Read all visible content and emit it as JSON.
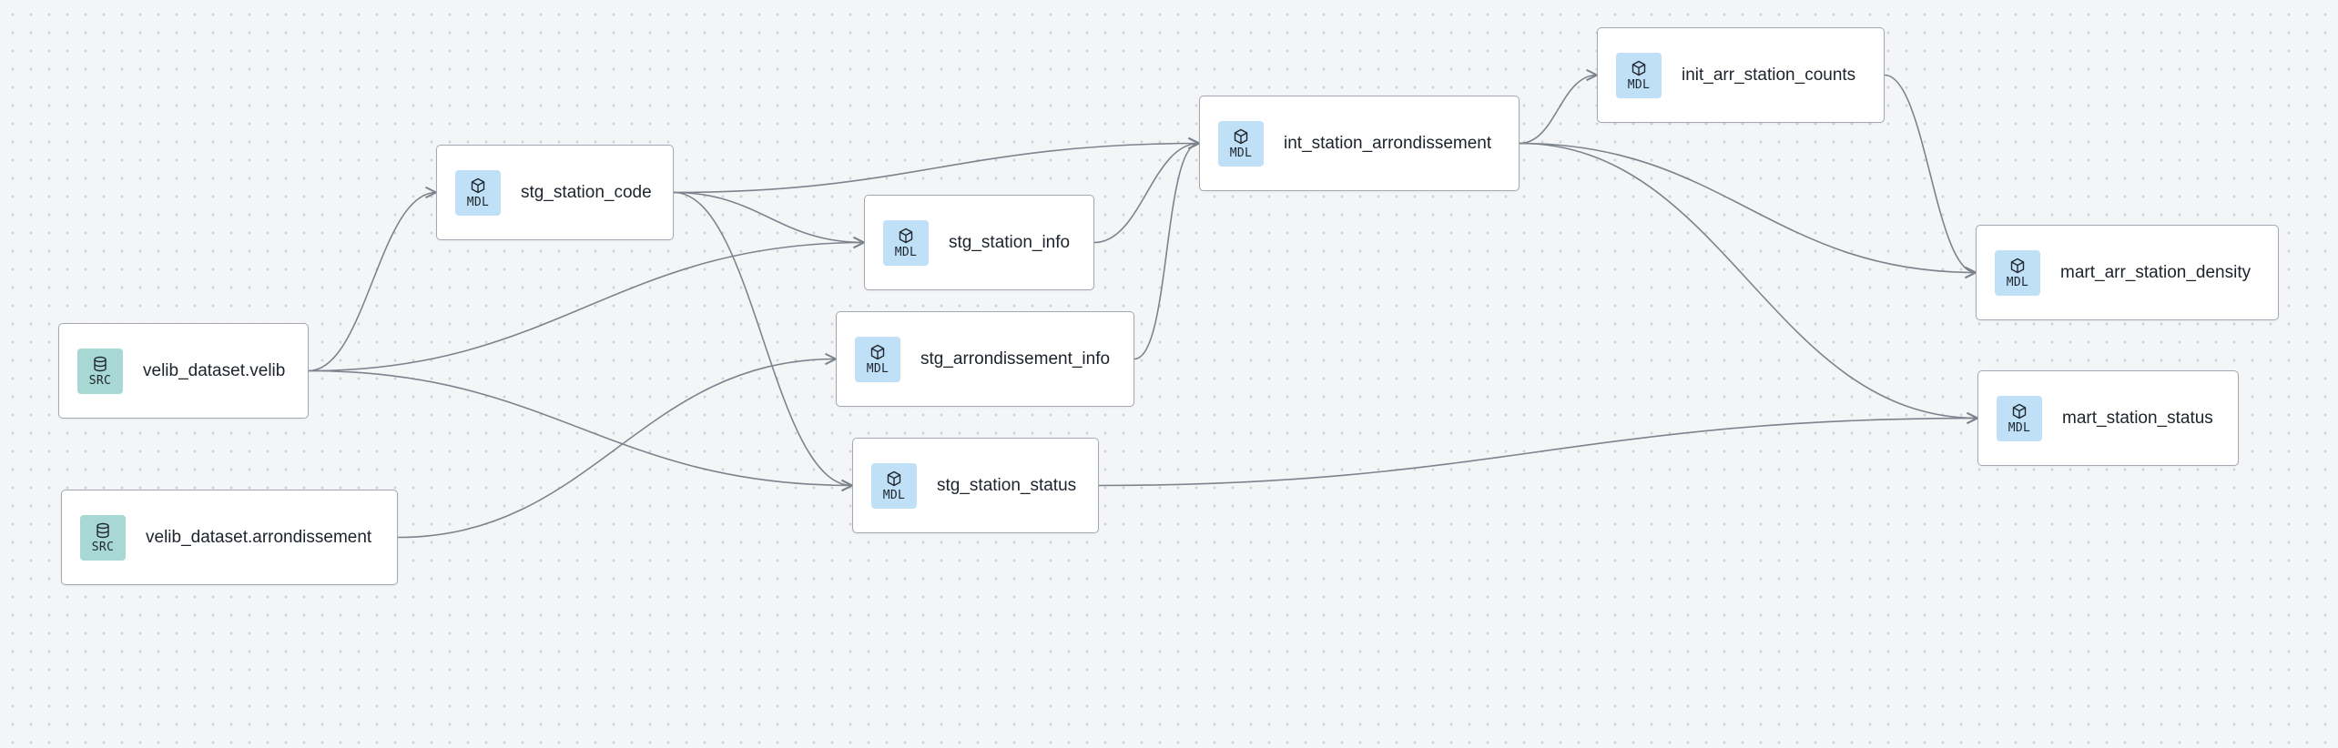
{
  "nodes": [
    {
      "id": "velib",
      "label": "velib_dataset.velib",
      "type": "SRC",
      "icon": "database-icon"
    },
    {
      "id": "arr_src",
      "label": "velib_dataset.arrondissement",
      "type": "SRC",
      "icon": "database-icon"
    },
    {
      "id": "code",
      "label": "stg_station_code",
      "type": "MDL",
      "icon": "cube-icon"
    },
    {
      "id": "info",
      "label": "stg_station_info",
      "type": "MDL",
      "icon": "cube-icon"
    },
    {
      "id": "arrinfo",
      "label": "stg_arrondissement_info",
      "type": "MDL",
      "icon": "cube-icon"
    },
    {
      "id": "status",
      "label": "stg_station_status",
      "type": "MDL",
      "icon": "cube-icon"
    },
    {
      "id": "int",
      "label": "int_station_arrondissement",
      "type": "MDL",
      "icon": "cube-icon"
    },
    {
      "id": "counts",
      "label": "init_arr_station_counts",
      "type": "MDL",
      "icon": "cube-icon"
    },
    {
      "id": "density",
      "label": "mart_arr_station_density",
      "type": "MDL",
      "icon": "cube-icon"
    },
    {
      "id": "mstatus",
      "label": "mart_station_status",
      "type": "MDL",
      "icon": "cube-icon"
    }
  ],
  "edges": [
    {
      "from": "velib",
      "to": "code"
    },
    {
      "from": "velib",
      "to": "info"
    },
    {
      "from": "velib",
      "to": "status"
    },
    {
      "from": "arr_src",
      "to": "arrinfo"
    },
    {
      "from": "code",
      "to": "info"
    },
    {
      "from": "code",
      "to": "status"
    },
    {
      "from": "code",
      "to": "int"
    },
    {
      "from": "info",
      "to": "int"
    },
    {
      "from": "arrinfo",
      "to": "int"
    },
    {
      "from": "int",
      "to": "counts"
    },
    {
      "from": "int",
      "to": "density"
    },
    {
      "from": "int",
      "to": "mstatus"
    },
    {
      "from": "counts",
      "to": "density"
    },
    {
      "from": "status",
      "to": "mstatus"
    }
  ],
  "colors": {
    "mdl_badge": "#bfe0f7",
    "src_badge": "#a8d8d3",
    "edge": "#7d838d",
    "node_border": "#a3a9b2"
  }
}
